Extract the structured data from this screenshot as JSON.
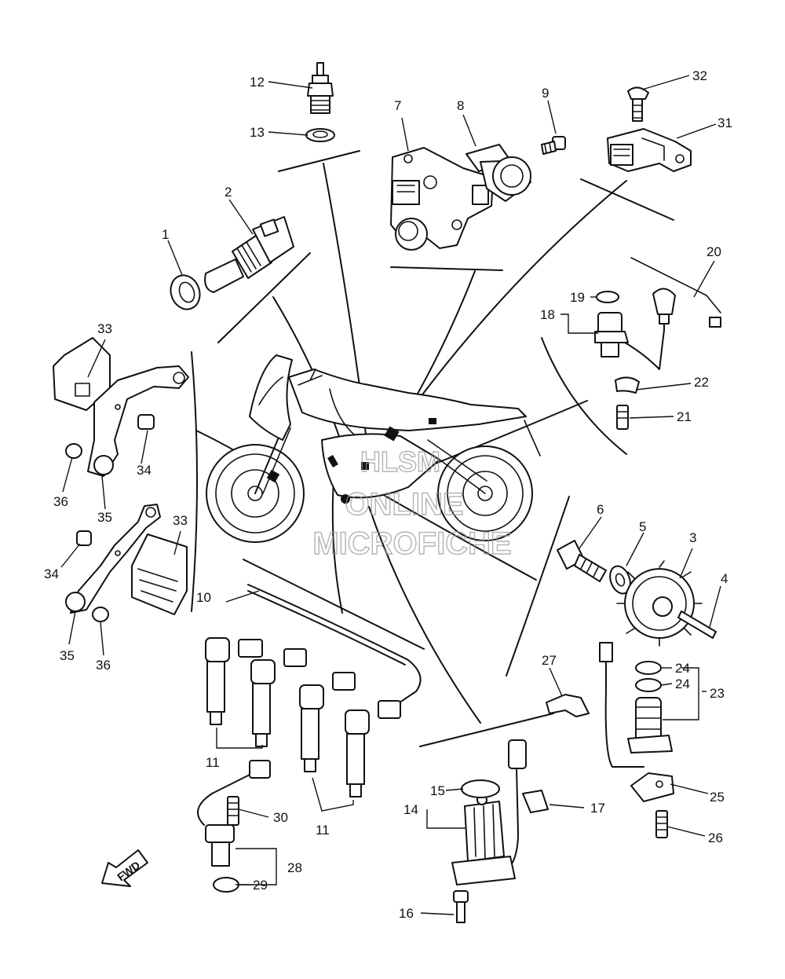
{
  "watermark": {
    "line1": "HLSM",
    "line2": "ONLINE",
    "line3": "MICROFICHE"
  },
  "forward_arrow": {
    "label": "FWD"
  },
  "callouts": {
    "c1": "1",
    "c2": "2",
    "c3": "3",
    "c4": "4",
    "c5": "5",
    "c6": "6",
    "c7": "7",
    "c8": "8",
    "c9": "9",
    "c10": "10",
    "c11a": "11",
    "c11b": "11",
    "c12": "12",
    "c13": "13",
    "c14": "14",
    "c15": "15",
    "c16": "16",
    "c17": "17",
    "c18": "18",
    "c19": "19",
    "c20": "20",
    "c21": "21",
    "c22": "22",
    "c23": "23",
    "c24a": "24",
    "c24b": "24",
    "c25": "25",
    "c26": "26",
    "c27": "27",
    "c28": "28",
    "c29": "29",
    "c30": "30",
    "c31": "31",
    "c32": "32",
    "c33a": "33",
    "c33b": "33",
    "c34a": "34",
    "c34b": "34",
    "c35a": "35",
    "c35b": "35",
    "c36a": "36",
    "c36b": "36"
  }
}
